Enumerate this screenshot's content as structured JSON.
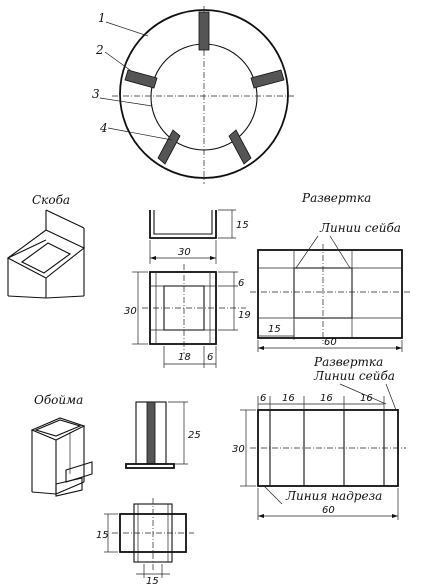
{
  "callouts": [
    "1",
    "2",
    "3",
    "4"
  ],
  "captions": {
    "skoba": "Скоба",
    "razvertka_top": "Развертка",
    "linii_seiba_top": "Линии сейба",
    "obojma": "Обойма",
    "razvertka_bottom": "Развертка",
    "linii_seiba_bottom": "Линии сейба",
    "liniya_nadreza": "Линия надреза"
  },
  "dims": {
    "skoba_w": "30",
    "skoba_h": "15",
    "front_w": "18",
    "front_gap": "6",
    "front_h_total": "30",
    "front_h_inner": "19",
    "front_h_top": "6",
    "razv1_len": "60",
    "razv1_left": "15",
    "obojma_h": "25",
    "obojma_w": "15",
    "obojma_plan_w": "15",
    "razv2_a": "6",
    "razv2_b": "16",
    "razv2_c": "16",
    "razv2_d": "16",
    "razv2_h": "30",
    "razv2_len": "60"
  }
}
